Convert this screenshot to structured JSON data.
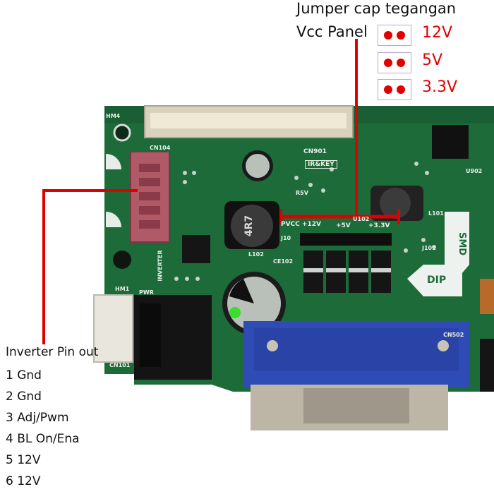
{
  "jumper": {
    "title": "Jumper cap tegangan",
    "subtitle": "Vcc Panel",
    "options": [
      {
        "label": "12V"
      },
      {
        "label": "5V"
      },
      {
        "label": "3.3V"
      }
    ],
    "accent_color": "#e10000"
  },
  "inverter": {
    "title": "Inverter Pin out",
    "pins": [
      {
        "label": "1 Gnd"
      },
      {
        "label": "2 Gnd"
      },
      {
        "label": "3 Adj/Pwm"
      },
      {
        "label": "4 BL On/Ena"
      },
      {
        "label": "5 12V"
      },
      {
        "label": "6 12V"
      }
    ]
  },
  "board_labels": {
    "hm4": "HM4",
    "cn104": "CN104",
    "cn901": "CN901",
    "irkey": "IR&KEY",
    "u902": "U902",
    "r5v": "R5V",
    "l101": "L101",
    "l102": "L102",
    "pvcc": "PVCC +12V",
    "plus5v": "+5V",
    "u102": "U102",
    "plus33": "+3.3V",
    "j101": "J101",
    "ce102": "CE102",
    "smd": "SMD",
    "dip": "DIP",
    "inverter": "INVERTER",
    "hm1": "HM1",
    "pwr": "PWR",
    "cn101": "CN101",
    "cn502": "CN502",
    "j10": "J10",
    "inductor_code": "4R7"
  }
}
